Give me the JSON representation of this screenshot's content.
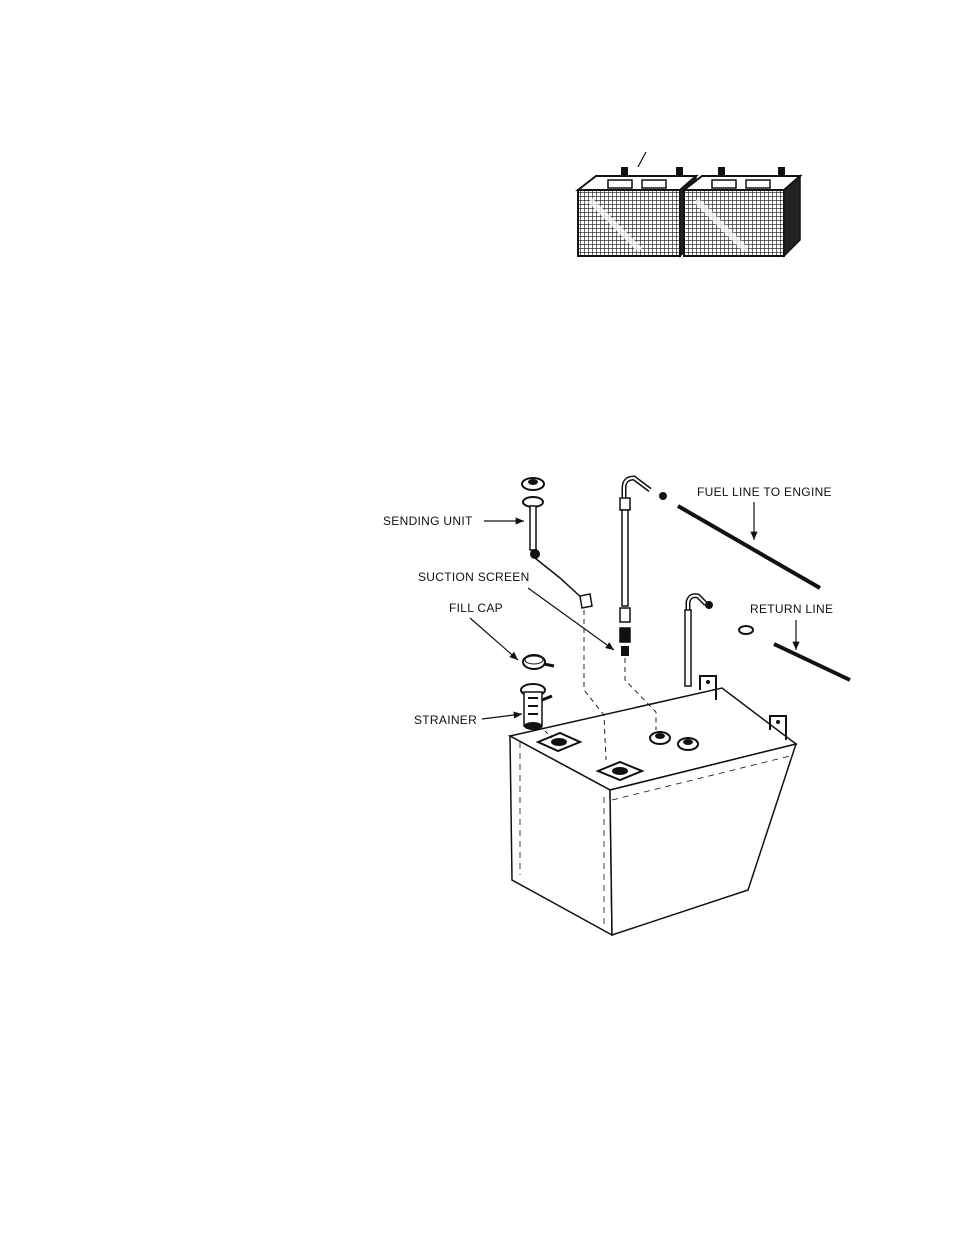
{
  "labels": {
    "sending_unit": "SENDING UNIT",
    "suction_screen": "SUCTION SCREEN",
    "fill_cap": "FILL CAP",
    "strainer": "STRAINER",
    "fuel_line_to_engine": "FUEL LINE TO ENGINE",
    "return_line": "RETURN LINE"
  },
  "colors": {
    "ink": "#111111",
    "paper": "#ffffff"
  }
}
